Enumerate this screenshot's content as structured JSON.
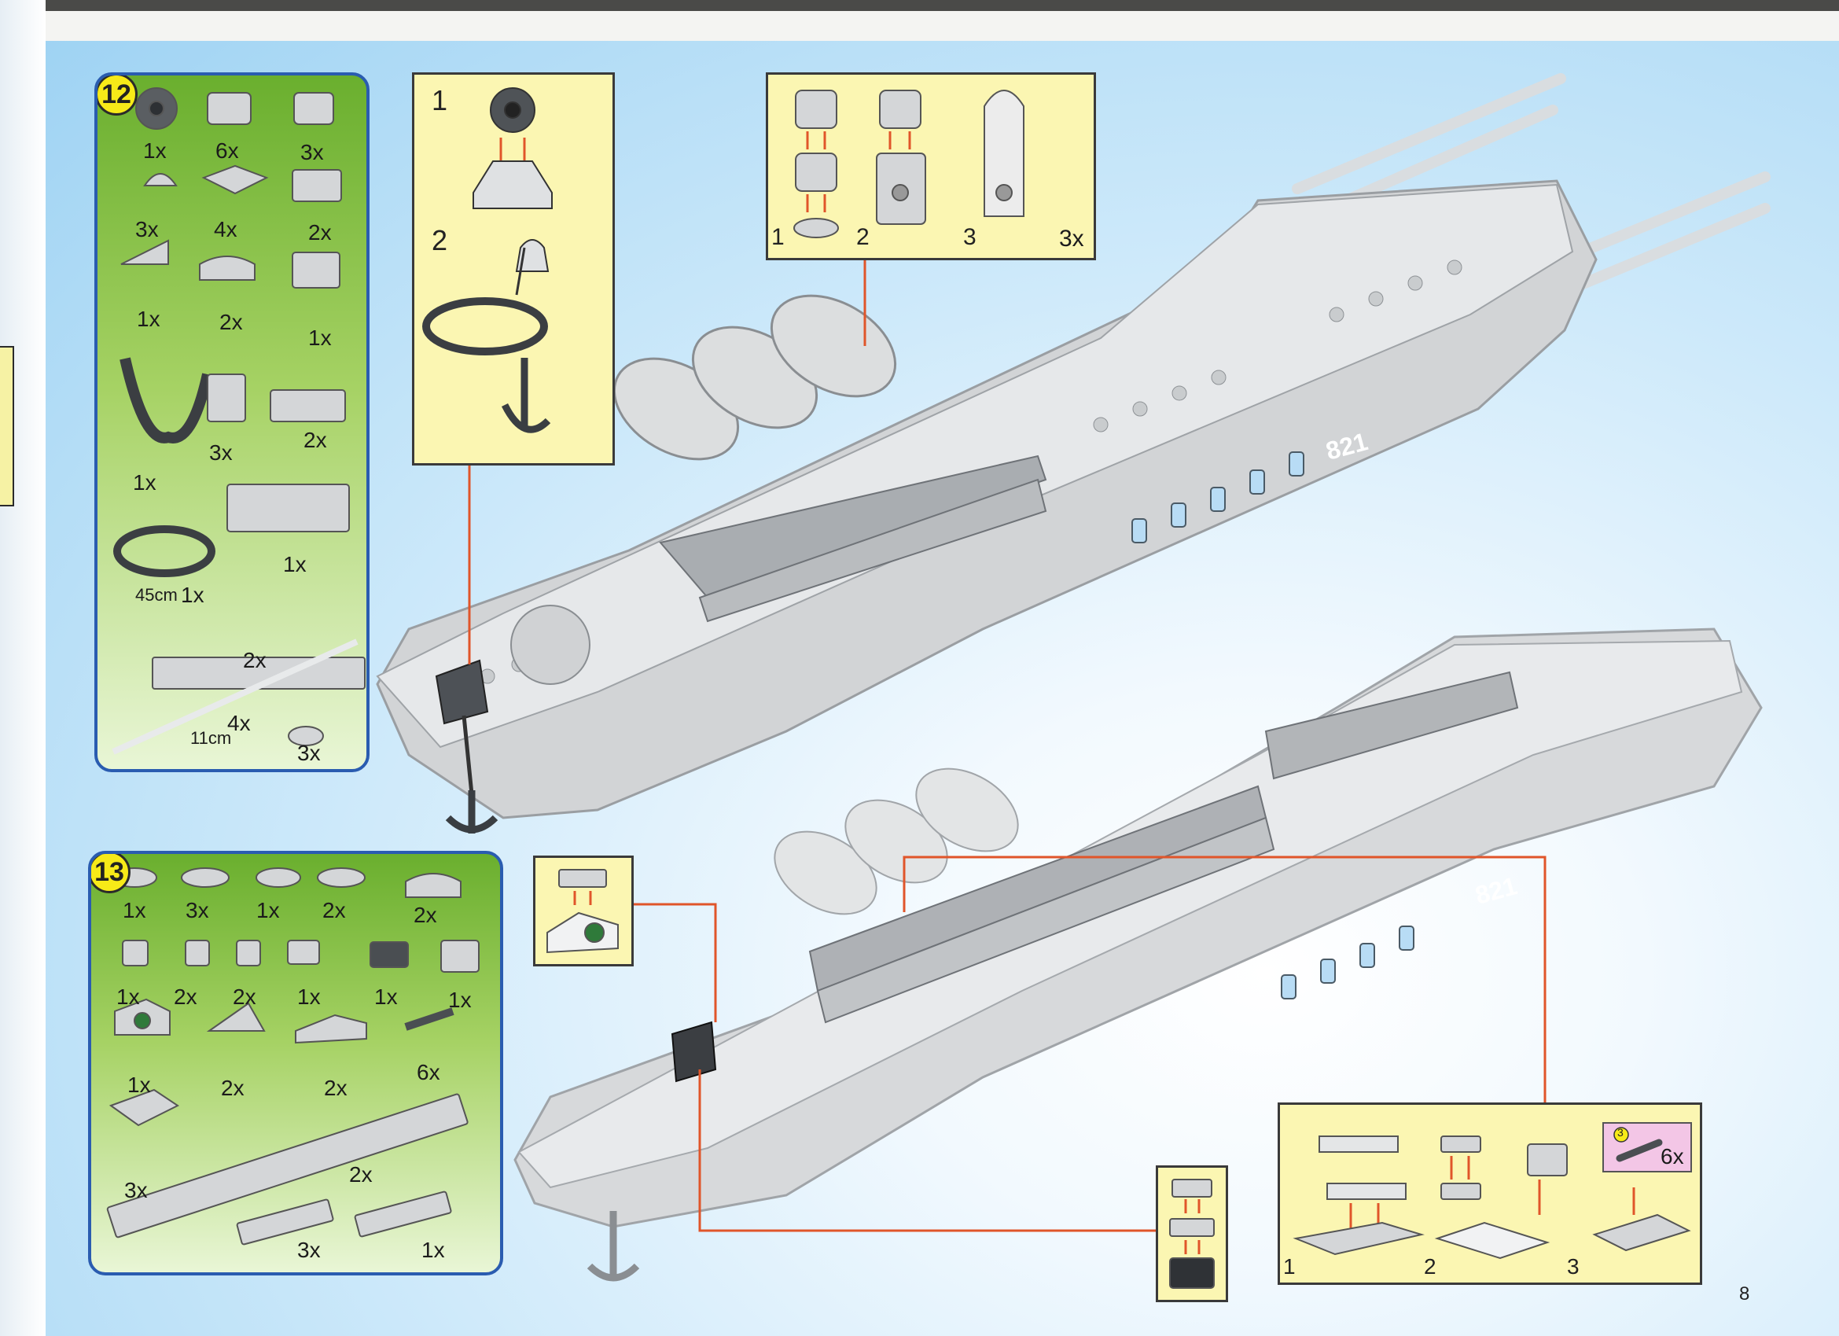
{
  "page_number": "8",
  "steps": [
    {
      "number": "12",
      "parts": [
        "1x",
        "6x",
        "3x",
        "3x",
        "4x",
        "2x",
        "1x",
        "2x",
        "1x",
        "3x",
        "2x",
        "1x",
        "1x"
      ],
      "ring_length": "45cm",
      "ring_qty": "1x",
      "beam_qty": "2x",
      "bar_length": "11cm",
      "bar_qty": "4x",
      "round_qty": "3x"
    },
    {
      "number": "13",
      "parts": [
        "1x",
        "3x",
        "1x",
        "2x",
        "2x",
        "1x",
        "2x",
        "2x",
        "1x",
        "1x",
        "1x",
        "1x",
        "2x",
        "2x",
        "6x",
        "3x",
        "2x",
        "3x",
        "1x"
      ]
    }
  ],
  "subassemblies": {
    "anchor": {
      "step1": "1",
      "step2": "2"
    },
    "tanks": {
      "s1": "1",
      "s2": "2",
      "s3": "3",
      "qty": "3x"
    },
    "rails": {
      "s1": "1",
      "s2": "2",
      "s3": "3",
      "qty": "6x",
      "marker": "3"
    }
  },
  "hull_number": "821",
  "colors": {
    "accent_arrow": "#e0552a",
    "panel_border": "#2a5cb0",
    "panel_green": "#7fbb3c",
    "subpanel": "#fbf6b2",
    "badge": "#f7ea18"
  }
}
